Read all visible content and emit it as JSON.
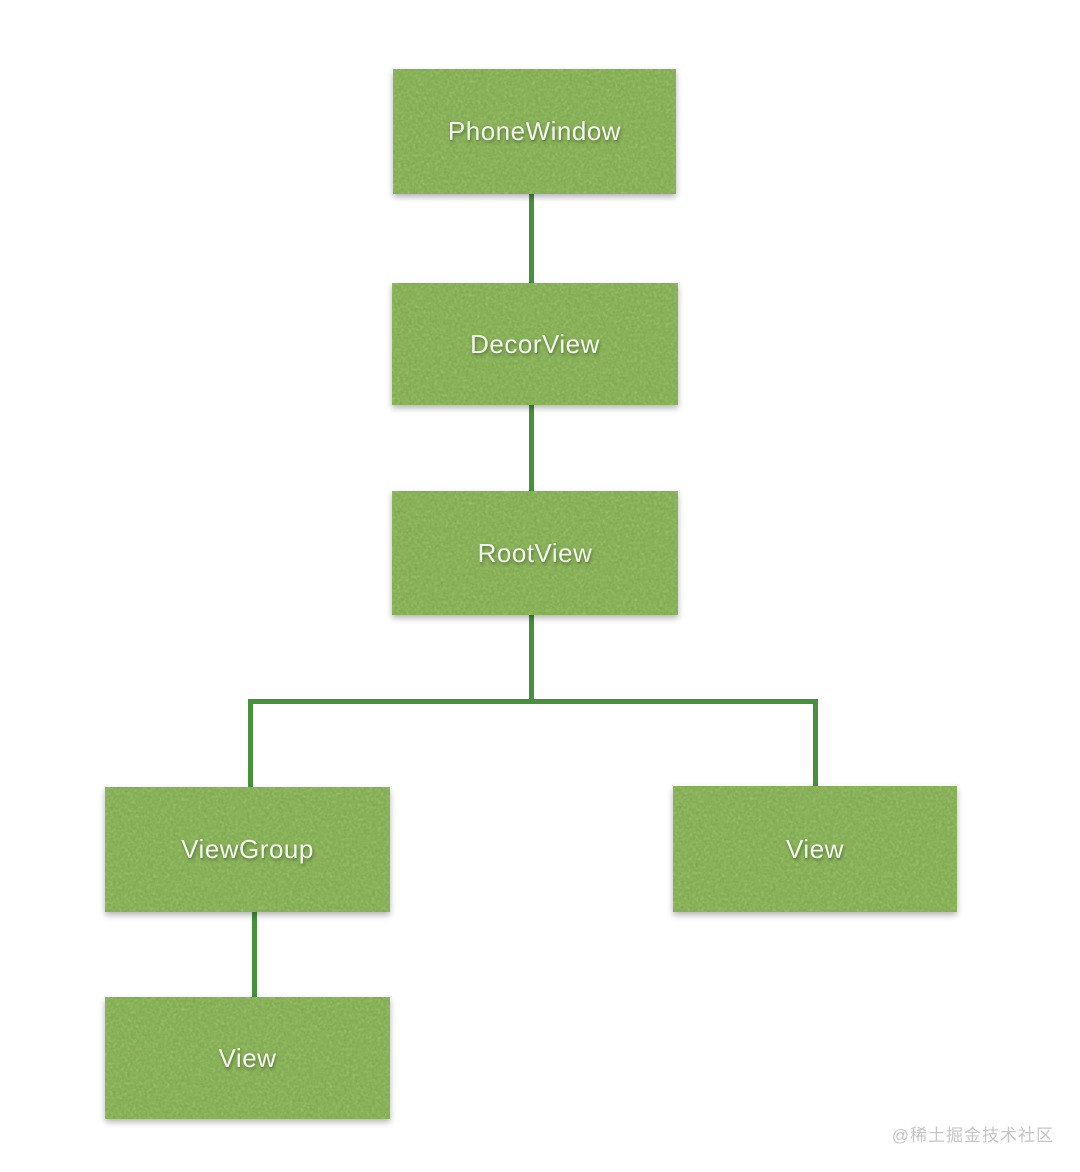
{
  "diagram": {
    "type": "tree",
    "nodes": [
      {
        "id": "phonewindow",
        "label": "PhoneWindow"
      },
      {
        "id": "decorview",
        "label": "DecorView"
      },
      {
        "id": "rootview",
        "label": "RootView"
      },
      {
        "id": "viewgroup",
        "label": "ViewGroup"
      },
      {
        "id": "view-right",
        "label": "View"
      },
      {
        "id": "view-bottom",
        "label": "View"
      }
    ],
    "edges": [
      {
        "from": "phonewindow",
        "to": "decorview"
      },
      {
        "from": "decorview",
        "to": "rootview"
      },
      {
        "from": "rootview",
        "to": "viewgroup"
      },
      {
        "from": "rootview",
        "to": "view-right"
      },
      {
        "from": "viewgroup",
        "to": "view-bottom"
      }
    ],
    "colors": {
      "node_fill": "#7ca951",
      "edge": "#47903c",
      "node_text": "#f4f7ee",
      "watermark": "#c6c6c6",
      "background": "#ffffff"
    }
  },
  "watermark": {
    "text": "@稀土掘金技术社区"
  }
}
